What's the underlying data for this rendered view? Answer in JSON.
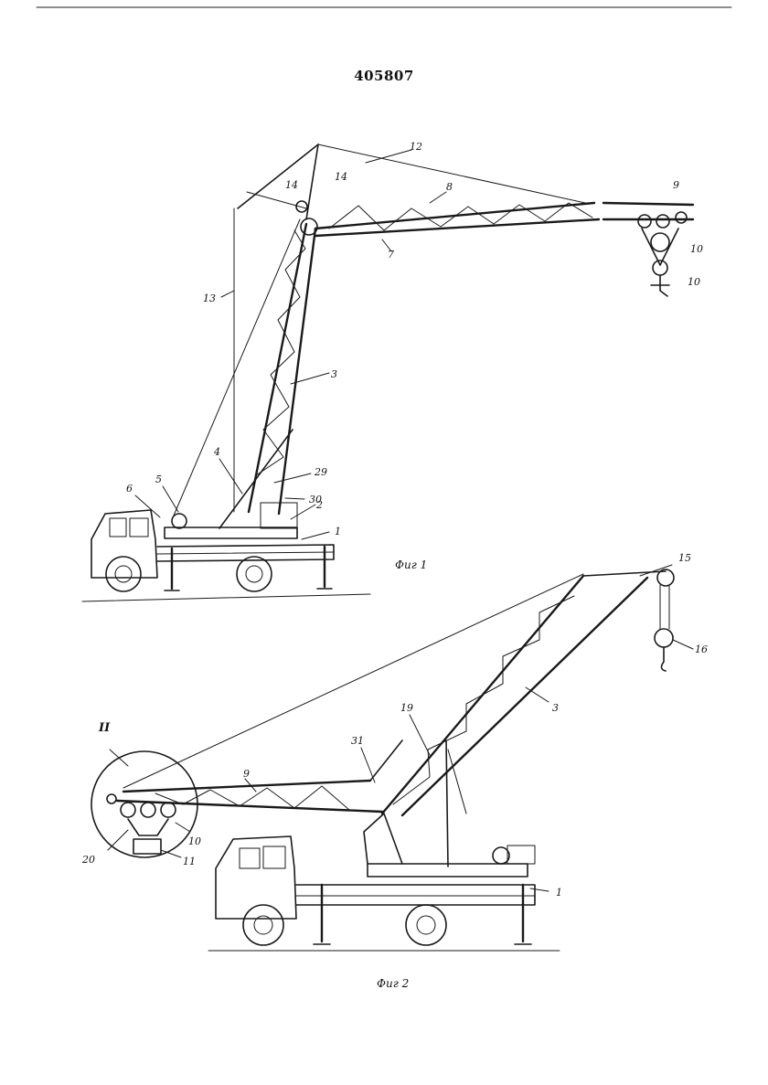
{
  "patent_number": "405807",
  "figures": [
    {
      "caption": "Фиг 1",
      "labels": [
        "1",
        "2",
        "3",
        "4",
        "5",
        "6",
        "7",
        "8",
        "9",
        "10",
        "12",
        "13",
        "14",
        "14",
        "29",
        "30",
        "10"
      ]
    },
    {
      "caption": "Фиг 2",
      "labels": [
        "1",
        "3",
        "9",
        "10",
        "11",
        "15",
        "16",
        "19",
        "20",
        "31",
        "II"
      ]
    }
  ]
}
